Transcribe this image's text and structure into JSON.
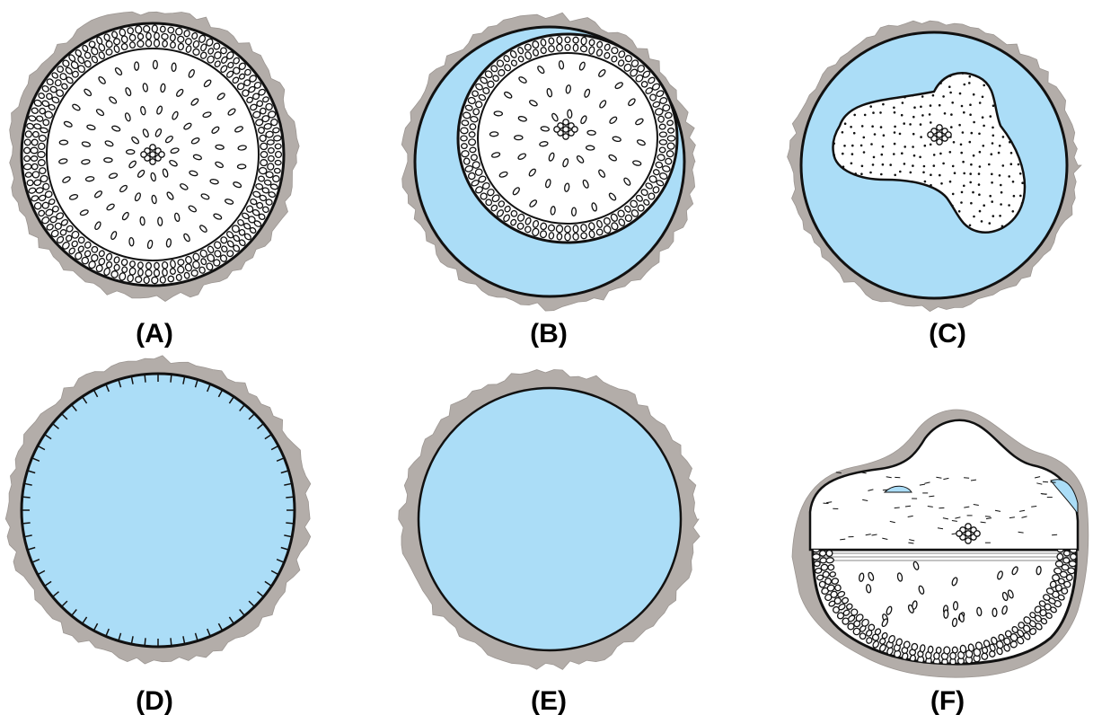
{
  "figure": {
    "colors": {
      "outer_layer": "#b3ada9",
      "cavity": "#abddf7",
      "tissue": "#ffffff",
      "outline": "#111111"
    },
    "panels": [
      {
        "id": "A",
        "label": "(A)"
      },
      {
        "id": "B",
        "label": "(B)"
      },
      {
        "id": "C",
        "label": "(C)"
      },
      {
        "id": "D",
        "label": "(D)"
      },
      {
        "id": "E",
        "label": "(E)"
      },
      {
        "id": "F",
        "label": "(F)"
      }
    ]
  }
}
